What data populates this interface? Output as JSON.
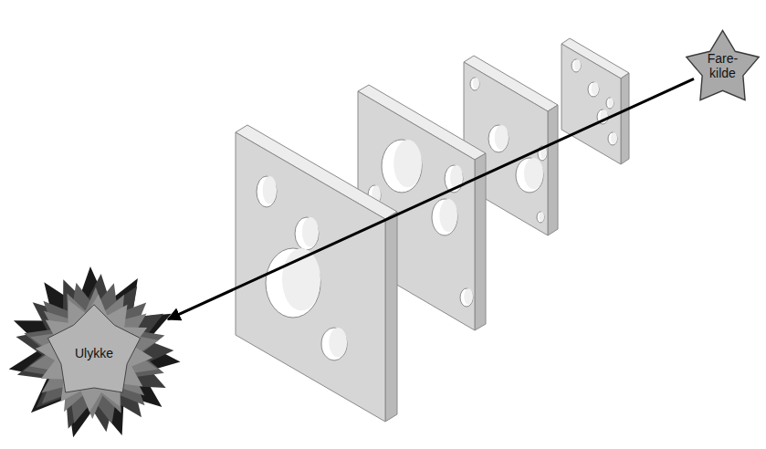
{
  "diagram": {
    "nodes": [
      {
        "text": [
          "Fare- kilde"
        ]
      },
      {
        "text": [
          "Ulykke"
        ]
      }
    ],
    "edges": [
      {
        "from": 0,
        "to": 1,
        "arrow": "to"
      }
    ]
  }
}
